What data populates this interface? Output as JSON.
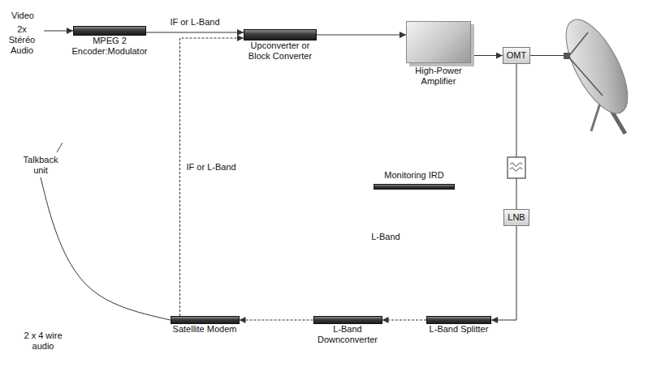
{
  "diagram": {
    "nodes": [
      {
        "text": [
          "MPEG 2 Encoder:Modulator"
        ]
      },
      {
        "text": [
          "Upconverter or Block Converter"
        ]
      },
      {
        "text": [
          "High-Power Amplifier"
        ]
      },
      {
        "text": [
          "OMT"
        ]
      },
      {
        "text": [
          "Monitoring IRD"
        ]
      },
      {
        "text": [
          "LNB"
        ]
      },
      {
        "text": [
          "L-Band Splitter"
        ]
      },
      {
        "text": [
          "L-Band Downconverter"
        ]
      },
      {
        "text": [
          "Satellite Modem"
        ]
      },
      {
        "text": [
          "Talkback unit"
        ]
      }
    ],
    "edges": [
      {
        "from": 0,
        "to": 1,
        "label": "IF or L-Band",
        "arrow": "to"
      },
      {
        "from": 1,
        "to": 2,
        "arrow": "to"
      },
      {
        "from": 2,
        "to": 3,
        "arrow": "to"
      },
      {
        "from": 3,
        "to": 5,
        "arrow": "none"
      },
      {
        "from": 5,
        "to": 6,
        "arrow": "to"
      },
      {
        "from": 6,
        "to": 7,
        "arrow": "to"
      },
      {
        "from": 7,
        "to": 8,
        "arrow": "to"
      },
      {
        "from": 8,
        "to": 1,
        "label": "IF or L-Band",
        "arrow": "to"
      },
      {
        "from": 9,
        "to": 8,
        "arrow": "none"
      }
    ],
    "labels": [
      "Video",
      "2x Stéréo Audio",
      "L-Band",
      "2 x 4 wire audio"
    ]
  }
}
